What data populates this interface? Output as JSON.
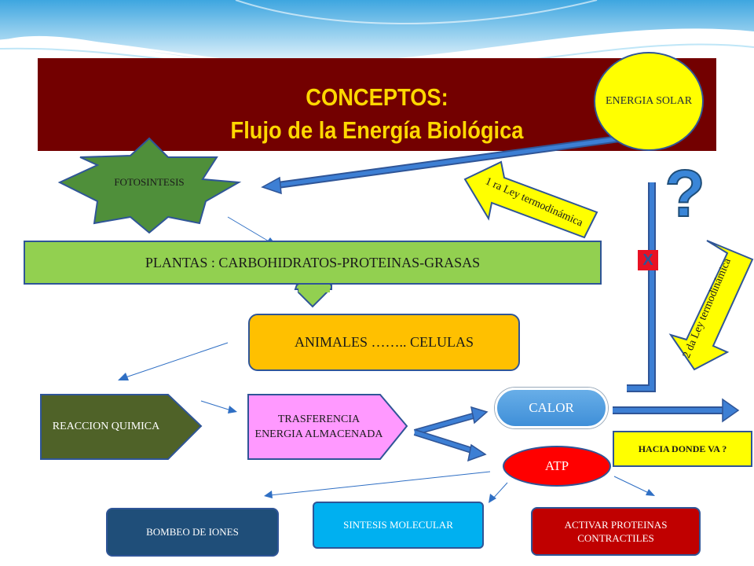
{
  "title": {
    "line1": "CONCEPTOS:",
    "line2": "Flujo de la Energía Biológica"
  },
  "nodes": {
    "energia_solar": "ENERGIA SOLAR",
    "fotosintesis": "FOTOSINTESIS",
    "plantas": "PLANTAS : CARBOHIDRATOS-PROTEINAS-GRASAS",
    "animales": "ANIMALES …….. CELULAS",
    "reaccion_quimica": "REACCION QUIMICA",
    "trasferencia": "TRASFERENCIA ENERGIA ALMACENADA",
    "calor": "CALOR",
    "atp": "ATP",
    "hacia_donde": "HACIA DONDE VA ?",
    "bombeo": "BOMBEO DE IONES",
    "sintesis": "SINTESIS MOLECULAR",
    "activar": "ACTIVAR PROTEINAS CONTRACTILES"
  },
  "labels": {
    "ley1": "1 ra Ley termodinámica",
    "ley2": "2 da Ley termodinámica",
    "x_mark": "X",
    "question_mark": "?"
  },
  "colors": {
    "title_bar": "#730000",
    "title_text": "#ffd800",
    "sun": "#ffff00",
    "plants": "#92d050",
    "animals": "#ffc000",
    "reaccion": "#4f6228",
    "trasferencia": "#ff99ff",
    "calor": "#4a9be0",
    "atp": "#ff0000",
    "bombeo": "#1f4e79",
    "sintesis": "#00b0f0",
    "activar": "#c00000",
    "arrow_blue": "#2f6fc4"
  }
}
